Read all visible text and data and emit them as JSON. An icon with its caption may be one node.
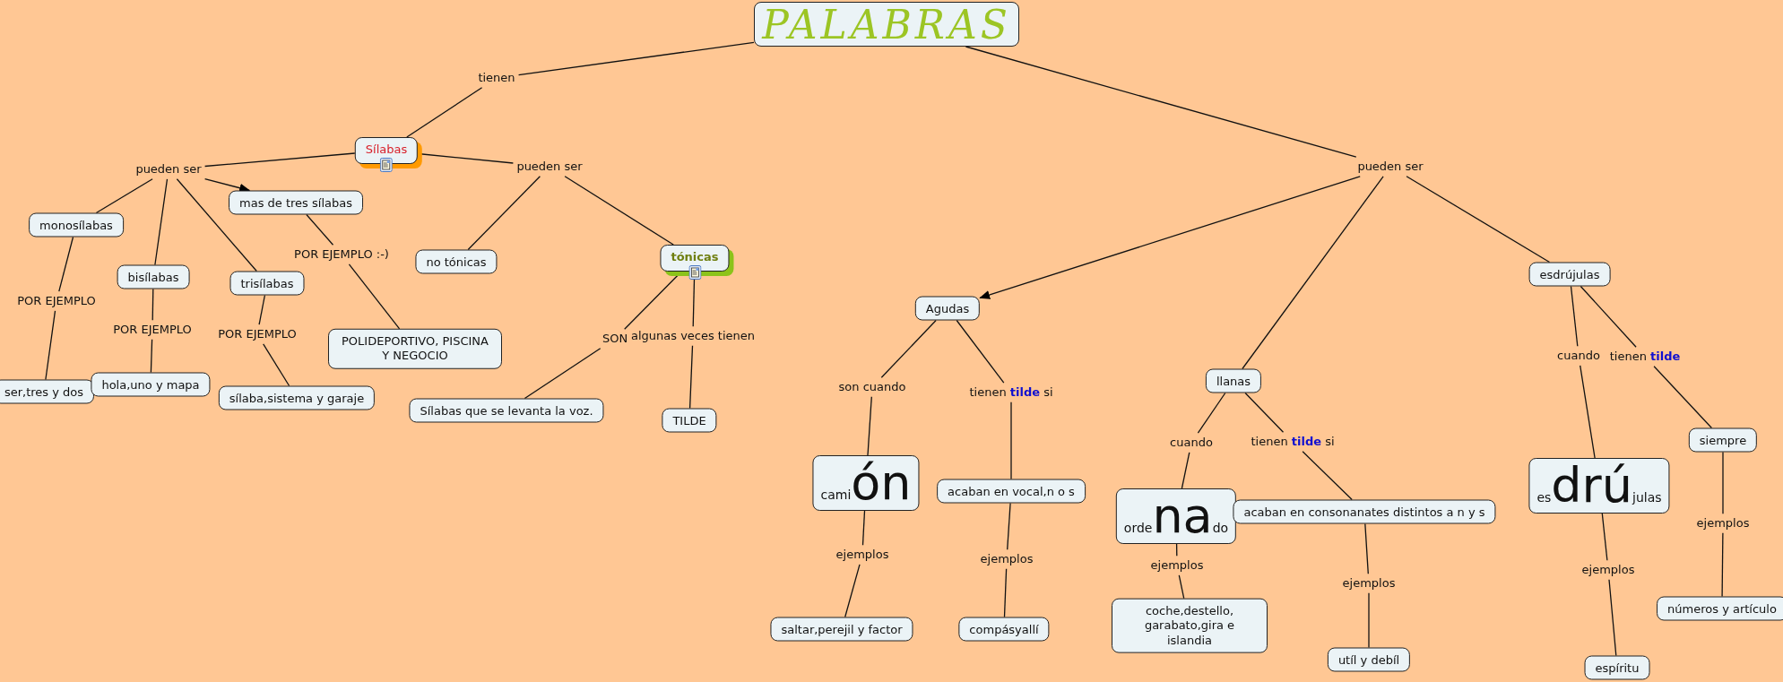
{
  "diagram": {
    "nodes": [
      {
        "text": [
          "PALABRAS"
        ]
      },
      {
        "text": [
          "tienen"
        ]
      },
      {
        "text": [
          "Sílabas"
        ]
      },
      {
        "text": [
          "pueden ser"
        ]
      },
      {
        "text": [
          "pueden ser"
        ]
      },
      {
        "text": [
          "monosílabas"
        ]
      },
      {
        "text": [
          "bisílabas"
        ]
      },
      {
        "text": [
          "trisílabas"
        ]
      },
      {
        "text": [
          "mas de tres sílabas"
        ]
      },
      {
        "text": [
          "POR EJEMPLO"
        ]
      },
      {
        "text": [
          "POR EJEMPLO"
        ]
      },
      {
        "text": [
          "POR EJEMPLO"
        ]
      },
      {
        "text": [
          "POR EJEMPLO :-)"
        ]
      },
      {
        "text": [
          "ser,tres y dos"
        ]
      },
      {
        "text": [
          "hola,uno y mapa"
        ]
      },
      {
        "text": [
          "sílaba,sistema y garaje"
        ]
      },
      {
        "text": [
          "POLIDEPORTIVO, PISCINA Y NEGOCIO"
        ]
      },
      {
        "text": [
          "no tónicas"
        ]
      },
      {
        "text": [
          "tónicas"
        ]
      },
      {
        "text": [
          "SON"
        ]
      },
      {
        "text": [
          "algunas veces tienen"
        ]
      },
      {
        "text": [
          "Sílabas que se levanta la voz."
        ]
      },
      {
        "text": [
          "TILDE"
        ]
      },
      {
        "text": [
          "pueden ser"
        ]
      },
      {
        "text": [
          "Agudas"
        ]
      },
      {
        "text": [
          "llanas"
        ]
      },
      {
        "text": [
          "esdrújulas"
        ]
      },
      {
        "text": [
          "son cuando"
        ]
      },
      {
        "text": [
          "tienen **tilde** si"
        ]
      },
      {
        "text": [
          "$_{cami}$ón"
        ]
      },
      {
        "text": [
          "acaban en vocal,n o s"
        ]
      },
      {
        "text": [
          "ejemplos"
        ]
      },
      {
        "text": [
          "ejemplos"
        ]
      },
      {
        "text": [
          "saltar,perejil y factor"
        ]
      },
      {
        "text": [
          "compásyallí"
        ]
      },
      {
        "text": [
          "cuando"
        ]
      },
      {
        "text": [
          "tienen **tilde** si"
        ]
      },
      {
        "text": [
          "$_{orde}$na$_{do}$"
        ]
      },
      {
        "text": [
          "acaban en consonanates distintos a n y s"
        ]
      },
      {
        "text": [
          "ejemplos"
        ]
      },
      {
        "text": [
          "ejemplos"
        ]
      },
      {
        "text": [
          "coche,destello, garabato,gira e islandia"
        ]
      },
      {
        "text": [
          "utíl y debíl"
        ]
      },
      {
        "text": [
          "cuando"
        ]
      },
      {
        "text": [
          "tienen **tilde**"
        ]
      },
      {
        "text": [
          "$_{es}$drú$_{julas}$"
        ]
      },
      {
        "text": [
          "siempre"
        ]
      },
      {
        "text": [
          "ejemplos"
        ]
      },
      {
        "text": [
          "ejemplos"
        ]
      },
      {
        "text": [
          "espíritu"
        ]
      },
      {
        "text": [
          "números y artículo"
        ]
      }
    ],
    "edges": [
      {
        "from": 0,
        "to": 1,
        "arrow": "none"
      },
      {
        "from": 1,
        "to": 2,
        "arrow": "none"
      },
      {
        "from": 2,
        "to": 3,
        "arrow": "none"
      },
      {
        "from": 2,
        "to": 4,
        "arrow": "none"
      },
      {
        "from": 3,
        "to": 5,
        "arrow": "none"
      },
      {
        "from": 3,
        "to": 6,
        "arrow": "none"
      },
      {
        "from": 3,
        "to": 7,
        "arrow": "none"
      },
      {
        "from": 3,
        "to": 8,
        "arrow": "to"
      },
      {
        "from": 5,
        "to": 9,
        "arrow": "none"
      },
      {
        "from": 9,
        "to": 13,
        "arrow": "none"
      },
      {
        "from": 6,
        "to": 10,
        "arrow": "none"
      },
      {
        "from": 10,
        "to": 14,
        "arrow": "none"
      },
      {
        "from": 7,
        "to": 11,
        "arrow": "none"
      },
      {
        "from": 11,
        "to": 15,
        "arrow": "none"
      },
      {
        "from": 8,
        "to": 12,
        "arrow": "none"
      },
      {
        "from": 12,
        "to": 16,
        "arrow": "none"
      },
      {
        "from": 4,
        "to": 17,
        "arrow": "none"
      },
      {
        "from": 4,
        "to": 18,
        "arrow": "none"
      },
      {
        "from": 18,
        "to": 19,
        "arrow": "none"
      },
      {
        "from": 19,
        "to": 21,
        "arrow": "none"
      },
      {
        "from": 18,
        "to": 20,
        "arrow": "none"
      },
      {
        "from": 20,
        "to": 22,
        "arrow": "none"
      },
      {
        "from": 0,
        "to": 23,
        "arrow": "none"
      },
      {
        "from": 23,
        "to": 24,
        "arrow": "to"
      },
      {
        "from": 23,
        "to": 25,
        "arrow": "none"
      },
      {
        "from": 23,
        "to": 26,
        "arrow": "none"
      },
      {
        "from": 24,
        "to": 27,
        "arrow": "none"
      },
      {
        "from": 27,
        "to": 29,
        "arrow": "none"
      },
      {
        "from": 24,
        "to": 28,
        "arrow": "none"
      },
      {
        "from": 28,
        "to": 30,
        "arrow": "none"
      },
      {
        "from": 29,
        "to": 31,
        "arrow": "none"
      },
      {
        "from": 31,
        "to": 33,
        "arrow": "none"
      },
      {
        "from": 30,
        "to": 32,
        "arrow": "none"
      },
      {
        "from": 32,
        "to": 34,
        "arrow": "none"
      },
      {
        "from": 25,
        "to": 35,
        "arrow": "none"
      },
      {
        "from": 35,
        "to": 37,
        "arrow": "none"
      },
      {
        "from": 25,
        "to": 36,
        "arrow": "none"
      },
      {
        "from": 36,
        "to": 38,
        "arrow": "none"
      },
      {
        "from": 37,
        "to": 39,
        "arrow": "none"
      },
      {
        "from": 39,
        "to": 41,
        "arrow": "none"
      },
      {
        "from": 38,
        "to": 40,
        "arrow": "none"
      },
      {
        "from": 40,
        "to": 42,
        "arrow": "none"
      },
      {
        "from": 26,
        "to": 43,
        "arrow": "none"
      },
      {
        "from": 43,
        "to": 45,
        "arrow": "none"
      },
      {
        "from": 26,
        "to": 44,
        "arrow": "none"
      },
      {
        "from": 44,
        "to": 46,
        "arrow": "none"
      },
      {
        "from": 45,
        "to": 47,
        "arrow": "none"
      },
      {
        "from": 47,
        "to": 49,
        "arrow": "none"
      },
      {
        "from": 46,
        "to": 48,
        "arrow": "none"
      },
      {
        "from": 48,
        "to": 50,
        "arrow": "none"
      }
    ]
  }
}
